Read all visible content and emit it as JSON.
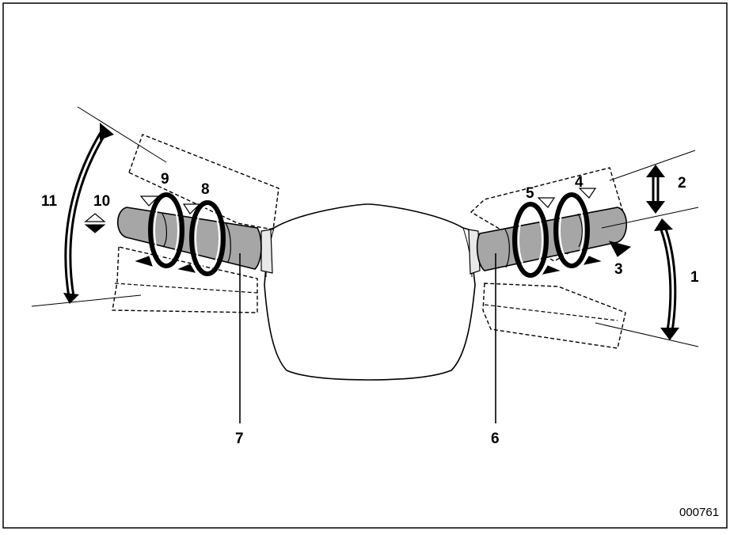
{
  "callouts": {
    "c1": "1",
    "c2": "2",
    "c3": "3",
    "c4": "4",
    "c5": "5",
    "c6": "6",
    "c7": "7",
    "c8": "8",
    "c9": "9",
    "c10": "10",
    "c11": "11"
  },
  "figure_id": "000761",
  "colors": {
    "stalk_fill": "#a6a6a6",
    "ink": "#000000",
    "arrow_fill": "#ffffff"
  }
}
